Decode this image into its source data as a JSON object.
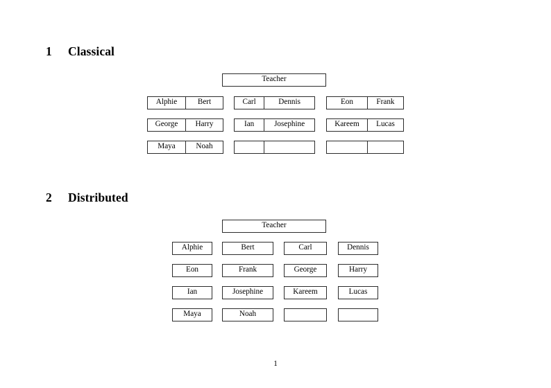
{
  "document": {
    "page_number": "1",
    "border_color": "#2b2b2b",
    "background_color": "#ffffff",
    "text_color": "#000000"
  },
  "sections": [
    {
      "number": "1",
      "title": "Classical",
      "teacher_label": "Teacher",
      "layout": "paired-groups",
      "groups": [
        {
          "rows": [
            {
              "left": "Alphie",
              "right": "Bert"
            },
            {
              "left": "George",
              "right": "Harry"
            },
            {
              "left": "Maya",
              "right": "Noah"
            }
          ]
        },
        {
          "rows": [
            {
              "left": "Carl",
              "right": "Dennis"
            },
            {
              "left": "Ian",
              "right": "Josephine"
            },
            {
              "left": "",
              "right": ""
            }
          ]
        },
        {
          "rows": [
            {
              "left": "Eon",
              "right": "Frank"
            },
            {
              "left": "Kareem",
              "right": "Lucas"
            },
            {
              "left": "",
              "right": ""
            }
          ]
        }
      ]
    },
    {
      "number": "2",
      "title": "Distributed",
      "teacher_label": "Teacher",
      "layout": "independent-columns",
      "rows": [
        [
          "Alphie",
          "Bert",
          "Carl",
          "Dennis"
        ],
        [
          "Eon",
          "Frank",
          "George",
          "Harry"
        ],
        [
          "Ian",
          "Josephine",
          "Kareem",
          "Lucas"
        ],
        [
          "Maya",
          "Noah",
          "",
          ""
        ]
      ]
    }
  ]
}
